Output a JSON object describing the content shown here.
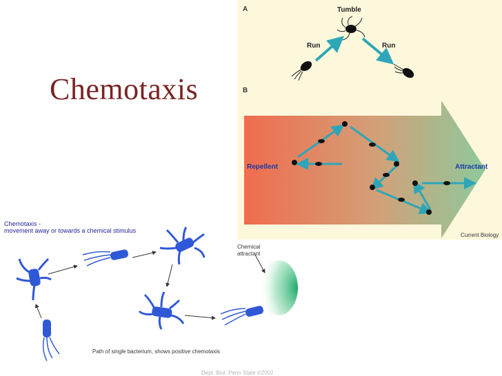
{
  "title": "Chemotaxis",
  "panel_a": {
    "letter": "A",
    "tumble": "Tumble",
    "run_left": "Run",
    "run_right": "Run"
  },
  "panel_b": {
    "letter": "B",
    "repellent": "Repellent",
    "attractant": "Attractant",
    "source": "Current Biology"
  },
  "lower": {
    "heading": "Chemotaxis -",
    "definition": "movement away or towards a chemical stimulus",
    "chemical_label_line1": "Chemical",
    "chemical_label_line2": "attractant",
    "path_caption": "Path of single bacterium, shows positive chemotaxis",
    "credit": "Dept. Biol. Penn State ©2002"
  },
  "colors": {
    "title": "#7a2424",
    "gradient_left": "#f06c4e",
    "gradient_right": "#8ec99b",
    "bacterium_blue": "#2f58d6",
    "run_arrow": "#2ea6b8"
  }
}
